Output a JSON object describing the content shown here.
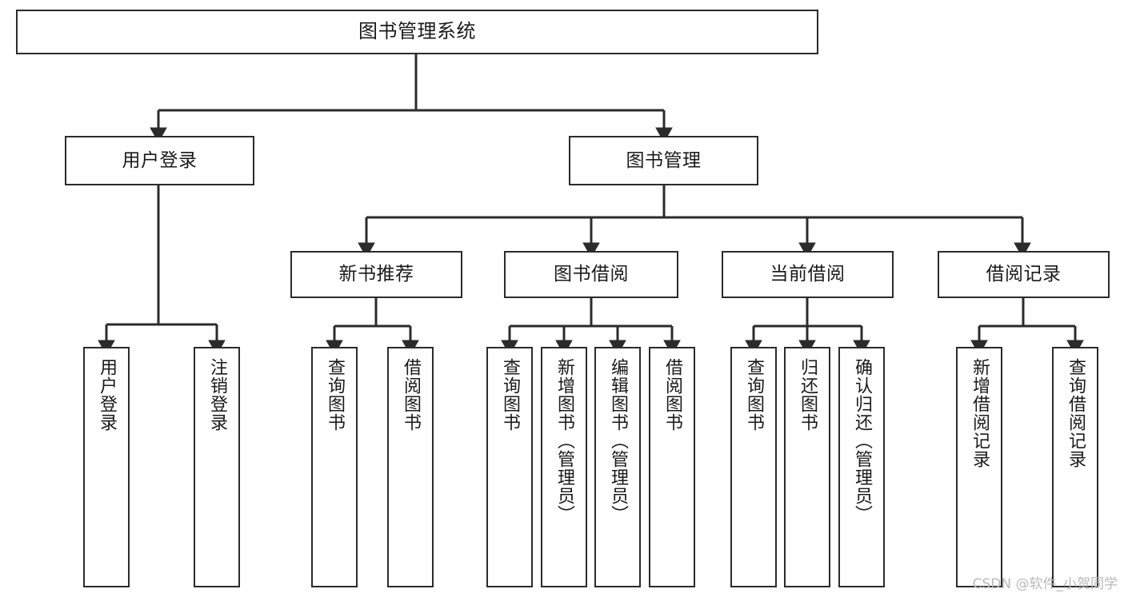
{
  "diagram": {
    "title": "图书管理系统",
    "type": "tree",
    "watermark": "CSDN @软件_小贺同学",
    "colors": {
      "stroke": "#2b2b2b",
      "background": "#ffffff",
      "text": "#1a1a1a",
      "watermark": "#b9b9b9"
    },
    "levels": {
      "root": {
        "label": "图书管理系统"
      },
      "level2": [
        {
          "label": "用户登录"
        },
        {
          "label": "图书管理"
        }
      ],
      "level3": [
        {
          "label": "新书推荐"
        },
        {
          "label": "图书借阅"
        },
        {
          "label": "当前借阅"
        },
        {
          "label": "借阅记录"
        }
      ],
      "leaves": {
        "user_login": [
          {
            "label": "用户登录"
          },
          {
            "label": "注销登录"
          }
        ],
        "new_book_recommend": [
          {
            "label": "查询图书"
          },
          {
            "label": "借阅图书"
          }
        ],
        "book_borrow": [
          {
            "label": "查询图书"
          },
          {
            "label": "新增图书（管理员）"
          },
          {
            "label": "编辑图书（管理员）"
          },
          {
            "label": "借阅图书"
          }
        ],
        "current_borrow": [
          {
            "label": "查询图书"
          },
          {
            "label": "归还图书"
          },
          {
            "label": "确认归还（管理员）"
          }
        ],
        "borrow_record": [
          {
            "label": "新增借阅记录"
          },
          {
            "label": "查询借阅记录"
          }
        ]
      }
    }
  }
}
